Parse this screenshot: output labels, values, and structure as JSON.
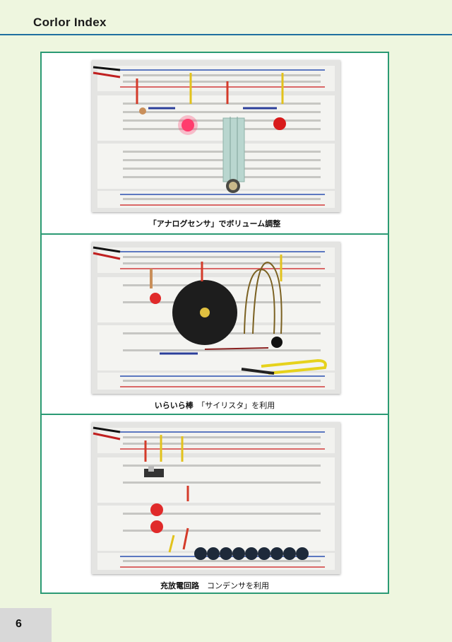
{
  "header": {
    "title": "Corlor Index"
  },
  "panels": [
    {
      "caption": "「アナログセンサ」でボリューム調整"
    },
    {
      "caption_bold": "いらいら棒",
      "caption_rest": "「サイリスタ」を利用"
    },
    {
      "caption_bold": "充放電回路",
      "caption_rest": "コンデンサを利用"
    }
  ],
  "footer": {
    "page_number": "6"
  },
  "colors": {
    "accent_frame": "#2b9a74",
    "header_rule": "#1f6fa0",
    "background": "#eef6df"
  }
}
